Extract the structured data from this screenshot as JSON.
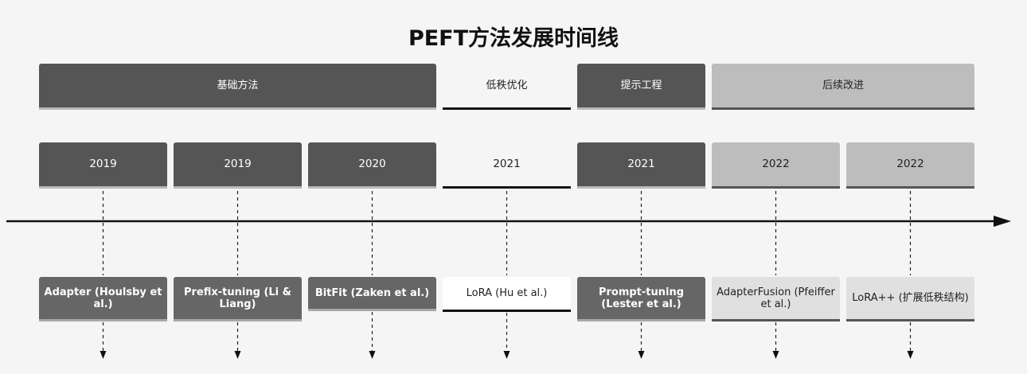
{
  "title": "PEFT方法发展时间线",
  "phases": [
    {
      "label": "基础方法",
      "style": "dark"
    },
    {
      "label": "低秩优化",
      "style": "white"
    },
    {
      "label": "提示工程",
      "style": "dark"
    },
    {
      "label": "后续改进",
      "style": "light"
    }
  ],
  "milestones": [
    {
      "year": "2019",
      "method": "Adapter (Houlsby et al.)",
      "style": "dark"
    },
    {
      "year": "2019",
      "method": "Prefix-tuning (Li & Liang)",
      "style": "dark"
    },
    {
      "year": "2020",
      "method": "BitFit (Zaken et al.)",
      "style": "dark"
    },
    {
      "year": "2021",
      "method": "LoRA (Hu et al.)",
      "style": "white"
    },
    {
      "year": "2021",
      "method": "Prompt-tuning (Lester et al.)",
      "style": "dark"
    },
    {
      "year": "2022",
      "method": "AdapterFusion (Pfeiffer et al.)",
      "style": "light"
    },
    {
      "year": "2022",
      "method": "LoRA++ (扩展低秩结构)",
      "style": "light"
    }
  ]
}
